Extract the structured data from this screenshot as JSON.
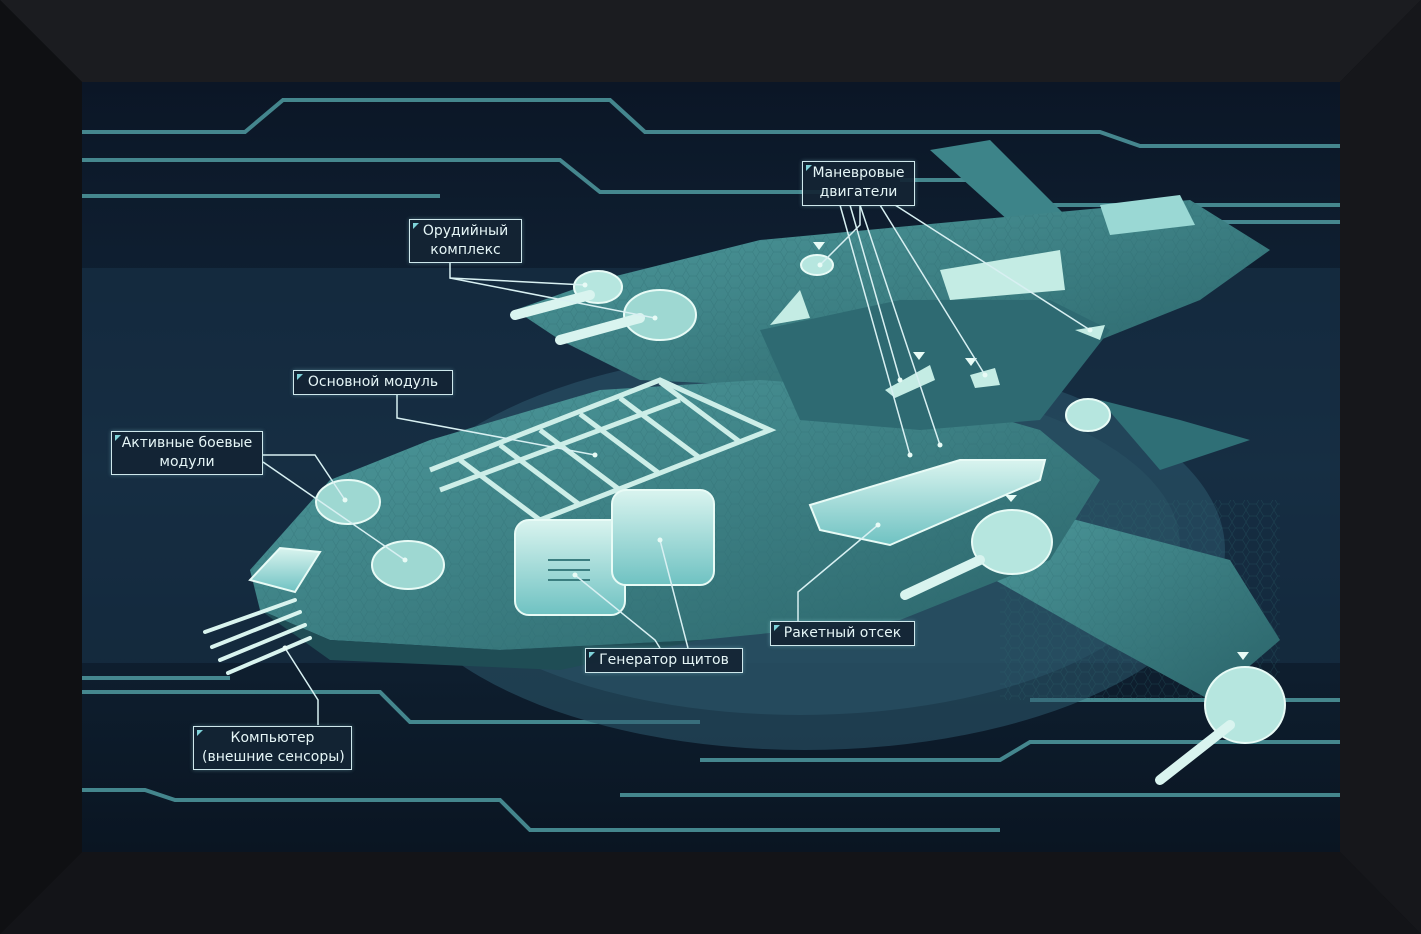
{
  "diagram": {
    "labels": {
      "maneuver_engines": [
        "Маневровые",
        "двигатели"
      ],
      "weapon_complex": [
        "Орудийный",
        "комплекс"
      ],
      "main_module": [
        "Основной модуль"
      ],
      "active_combat_modules": [
        "Активные боевые",
        "модули"
      ],
      "computer": [
        "Компьютер",
        "(внешние сенсоры)"
      ],
      "shield_generator": [
        "Генератор щитов"
      ],
      "missile_bay": [
        "Ракетный отсек"
      ]
    }
  },
  "colors": {
    "frame": "#0c0d10",
    "background": "#0d1b2a",
    "hull": "#3f8a8d",
    "hull_light": "#8fd6d5",
    "hull_dark": "#1f4d55",
    "circuit": "#4f9aa0",
    "label_border": "#cfe8ec"
  }
}
